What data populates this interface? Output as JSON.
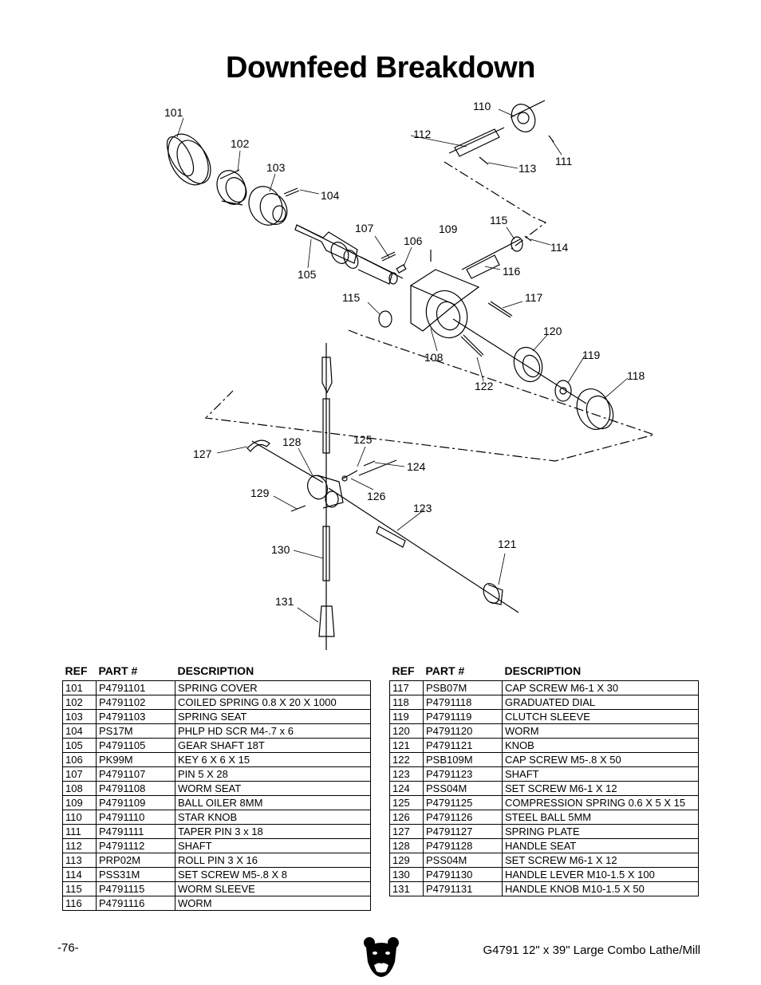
{
  "page_title": "Downfeed Breakdown",
  "diagram_callouts": [
    {
      "ref": "101"
    },
    {
      "ref": "102"
    },
    {
      "ref": "103"
    },
    {
      "ref": "104"
    },
    {
      "ref": "105"
    },
    {
      "ref": "106"
    },
    {
      "ref": "107"
    },
    {
      "ref": "108"
    },
    {
      "ref": "109"
    },
    {
      "ref": "110"
    },
    {
      "ref": "111"
    },
    {
      "ref": "112"
    },
    {
      "ref": "113"
    },
    {
      "ref": "114"
    },
    {
      "ref": "115"
    },
    {
      "ref": "115"
    },
    {
      "ref": "116"
    },
    {
      "ref": "117"
    },
    {
      "ref": "118"
    },
    {
      "ref": "119"
    },
    {
      "ref": "120"
    },
    {
      "ref": "121"
    },
    {
      "ref": "122"
    },
    {
      "ref": "123"
    },
    {
      "ref": "124"
    },
    {
      "ref": "125"
    },
    {
      "ref": "126"
    },
    {
      "ref": "127"
    },
    {
      "ref": "128"
    },
    {
      "ref": "129"
    },
    {
      "ref": "130"
    },
    {
      "ref": "131"
    }
  ],
  "table_headers": {
    "ref": "REF",
    "part": "PART #",
    "description": "DESCRIPTION"
  },
  "parts_left": [
    {
      "ref": "101",
      "part": "P4791101",
      "description": "SPRING COVER"
    },
    {
      "ref": "102",
      "part": "P4791102",
      "description": "COILED SPRING 0.8 X 20 X 1000"
    },
    {
      "ref": "103",
      "part": "P4791103",
      "description": "SPRING SEAT"
    },
    {
      "ref": "104",
      "part": "PS17M",
      "description": "PHLP HD SCR M4-.7 x 6"
    },
    {
      "ref": "105",
      "part": "P4791105",
      "description": "GEAR SHAFT 18T"
    },
    {
      "ref": "106",
      "part": "PK99M",
      "description": "KEY 6 X 6 X 15"
    },
    {
      "ref": "107",
      "part": "P4791107",
      "description": "PIN 5 X 28"
    },
    {
      "ref": "108",
      "part": "P4791108",
      "description": "WORM SEAT"
    },
    {
      "ref": "109",
      "part": "P4791109",
      "description": "BALL OILER 8MM"
    },
    {
      "ref": "110",
      "part": "P4791110",
      "description": "STAR KNOB"
    },
    {
      "ref": "111",
      "part": "P4791111",
      "description": "TAPER PIN 3 x 18"
    },
    {
      "ref": "112",
      "part": "P4791112",
      "description": "SHAFT"
    },
    {
      "ref": "113",
      "part": "PRP02M",
      "description": "ROLL PIN 3 X 16"
    },
    {
      "ref": "114",
      "part": "PSS31M",
      "description": "SET SCREW M5-.8 X 8"
    },
    {
      "ref": "115",
      "part": "P4791115",
      "description": "WORM SLEEVE"
    },
    {
      "ref": "116",
      "part": "P4791116",
      "description": "WORM"
    }
  ],
  "parts_right": [
    {
      "ref": "117",
      "part": "PSB07M",
      "description": "CAP SCREW M6-1 X 30"
    },
    {
      "ref": "118",
      "part": "P4791118",
      "description": "GRADUATED DIAL"
    },
    {
      "ref": "119",
      "part": "P4791119",
      "description": "CLUTCH SLEEVE"
    },
    {
      "ref": "120",
      "part": "P4791120",
      "description": "WORM"
    },
    {
      "ref": "121",
      "part": "P4791121",
      "description": "KNOB"
    },
    {
      "ref": "122",
      "part": "PSB109M",
      "description": "CAP SCREW M5-.8 X 50"
    },
    {
      "ref": "123",
      "part": "P4791123",
      "description": "SHAFT"
    },
    {
      "ref": "124",
      "part": "PSS04M",
      "description": "SET SCREW M6-1 X 12"
    },
    {
      "ref": "125",
      "part": "P4791125",
      "description": "COMPRESSION SPRING 0.6 X 5 X 15"
    },
    {
      "ref": "126",
      "part": "P4791126",
      "description": "STEEL BALL 5MM"
    },
    {
      "ref": "127",
      "part": "P4791127",
      "description": "SPRING PLATE"
    },
    {
      "ref": "128",
      "part": "P4791128",
      "description": "HANDLE SEAT"
    },
    {
      "ref": "129",
      "part": "PSS04M",
      "description": "SET SCREW M6-1 X 12"
    },
    {
      "ref": "130",
      "part": "P4791130",
      "description": "HANDLE LEVER M10-1.5 X 100"
    },
    {
      "ref": "131",
      "part": "P4791131",
      "description": "HANDLE KNOB M10-1.5 X 50"
    }
  ],
  "footer": {
    "page_number": "-76-",
    "model_text": "G4791  12\" x 39\" Large Combo Lathe/Mill",
    "logo_icon": "bear-head-logo"
  }
}
